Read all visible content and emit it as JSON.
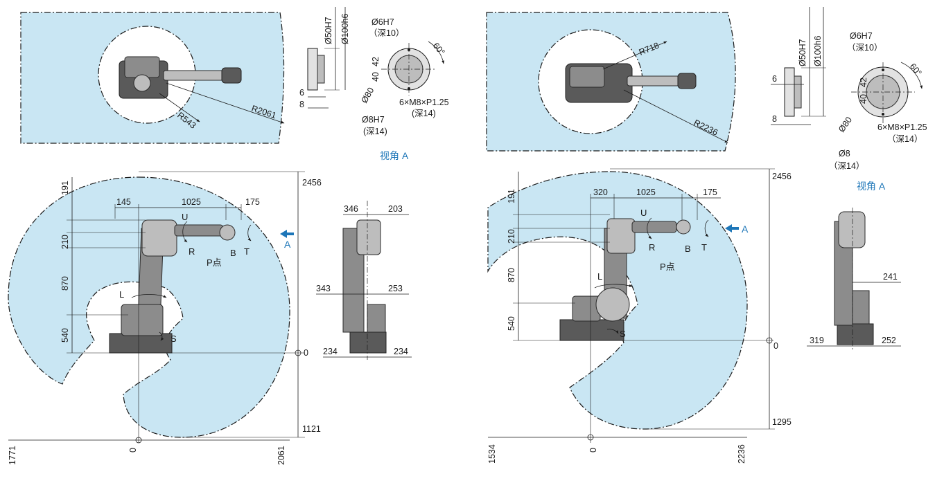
{
  "left": {
    "top": {
      "r_outer": "R2061",
      "r_inner": "R543"
    },
    "flange": {
      "d_outer": "Ø100h6",
      "d_inner": "Ø50H7",
      "d_pin_top": "Ø6H7",
      "depth_10": "（深10）",
      "angle": "60°",
      "d_80": "Ø80",
      "d_pin_bottom": "Ø8H7",
      "depth_14": "(深14)",
      "bolt": "6×M8×P1.25",
      "bolt_depth": "(深14)",
      "d42": "42",
      "d40": "40",
      "d6": "6",
      "d8": "8"
    },
    "view_caption": "视角 A",
    "side": {
      "h191": "191",
      "h210": "210",
      "h870": "870",
      "h540": "540",
      "w145": "145",
      "w1025": "1025",
      "w175": "175",
      "top": "2456",
      "zero_r": "0",
      "bottom": "1121",
      "x_left": "1771",
      "x_zero": "0",
      "x_right": "2061",
      "axis_u": "U",
      "axis_r": "R",
      "axis_b": "B",
      "axis_t": "T",
      "axis_l": "L",
      "axis_s": "S",
      "p_point": "P点",
      "view_a": "A"
    },
    "front": {
      "w346": "346",
      "w203": "203",
      "w343": "343",
      "w253": "253",
      "w234a": "234",
      "w234b": "234"
    }
  },
  "right": {
    "top": {
      "r_outer": "R2236",
      "r_inner": "R718"
    },
    "flange": {
      "d_outer": "Ø100h6",
      "d_inner": "Ø50H7",
      "d_pin_top": "Ø6H7",
      "depth_10": "（深10）",
      "angle": "60°",
      "d_80": "Ø80",
      "d_pin_bottom": "Ø8",
      "depth_14": "（深14）",
      "bolt": "6×M8×P1.25",
      "bolt_depth": "（深14）",
      "d42": "42",
      "d40": "40",
      "d6": "6",
      "d8": "8"
    },
    "view_caption": "视角 A",
    "side": {
      "h191": "191",
      "h210": "210",
      "h870": "870",
      "h540": "540",
      "w320": "320",
      "w1025": "1025",
      "w175": "175",
      "top": "2456",
      "zero_r": "0",
      "bottom": "1295",
      "x_left": "1534",
      "x_zero": "0",
      "x_right": "2236",
      "axis_u": "U",
      "axis_r": "R",
      "axis_b": "B",
      "axis_t": "T",
      "axis_l": "L",
      "axis_s": "S",
      "p_point": "P点",
      "view_a": "A"
    },
    "front": {
      "w241": "241",
      "w319": "319",
      "w252": "252"
    }
  }
}
